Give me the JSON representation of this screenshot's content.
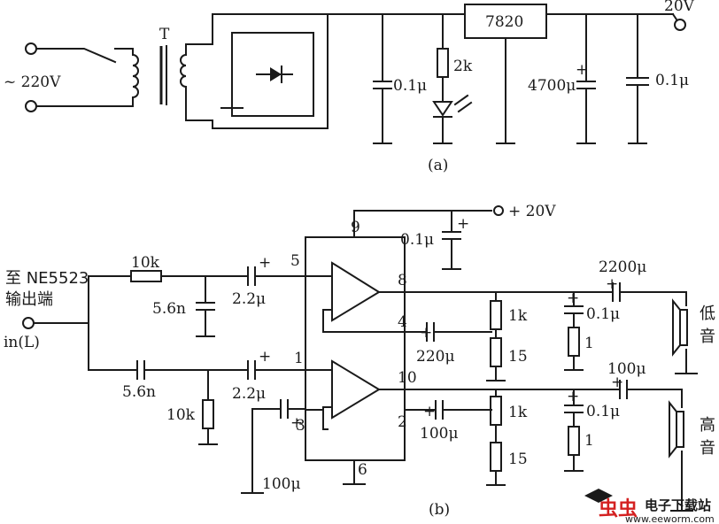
{
  "circuit_a": {
    "caption": "(a)",
    "mains_label": "~ 220V",
    "transformer_label": "T",
    "regulator_label": "7820",
    "output_voltage": "20V",
    "c_filter1": "0.1μ",
    "r_led": "2k",
    "c_bulk": "4700μ",
    "c_filter2": "0.1μ",
    "polarity_plus": "+"
  },
  "circuit_b": {
    "caption": "(b)",
    "input_line1": "至 NE5523",
    "input_line2": "输出端",
    "input_line3": "in(L)",
    "supply_label": "+ 20V",
    "c_supply": "0.1μ",
    "pin_labels": {
      "p9": "9",
      "p5": "5",
      "p8": "8",
      "p4": "4",
      "p1": "1",
      "p10": "10",
      "p2": "2",
      "p3": "3",
      "p6": "6"
    },
    "r_10k_top": "10k",
    "c_5n6_top": "5.6n",
    "c_2u2_top": "2.2μ",
    "c_5n6_bot": "5.6n",
    "r_10k_bot": "10k",
    "c_2u2_bot": "2.2μ",
    "c_220u": "220μ",
    "c_100u_p3": "100μ",
    "c_100u_p2": "100μ",
    "r_1k_top": "1k",
    "r_15_top": "15",
    "r_1k_bot": "1k",
    "r_15_bot": "15",
    "c_0u1_top": "0.1μ",
    "r_1_top": "1",
    "c_0u1_bot": "0.1μ",
    "r_1_bot": "1",
    "c_2200u": "2200μ",
    "c_100u_out": "100μ",
    "speaker_low": "低音",
    "speaker_high": "高音",
    "plus": "+"
  },
  "watermark": {
    "logo_text": "虫虫",
    "site_cn": "电子下载站",
    "site_url": "www.eeworm.com"
  }
}
